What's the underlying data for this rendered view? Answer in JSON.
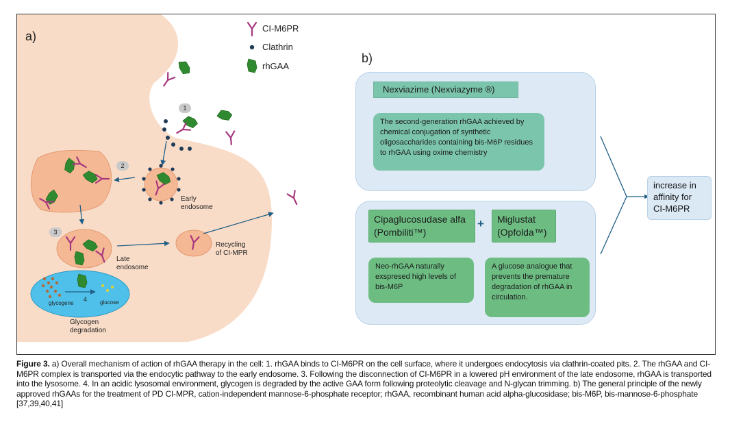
{
  "panel_a": {
    "label": "a)",
    "legend": [
      {
        "text": "CI-M6PR",
        "icon": "receptor-y-icon"
      },
      {
        "text": "Clathrin",
        "icon": "dot-icon"
      },
      {
        "text": "rhGAA",
        "icon": "hexagon-icon"
      }
    ],
    "steps": [
      "1",
      "2",
      "3",
      "4"
    ],
    "labels": {
      "early_endosome": "Early\nendosome",
      "late_endosome": "Late\nendosome",
      "recycling": "Recycling\nof CI-MPR",
      "glycogene": "glycogene",
      "glucose": "glucose",
      "glycogen_degradation": "Glycogen\ndegradation"
    },
    "colors": {
      "cell": "#f9dcc7",
      "endosome": "#f5b894",
      "lysosome": "#4fc0ea",
      "receptor": "#a7377e",
      "rhgaa": "#2f8a2f",
      "clathrin": "#1f3b57",
      "arrow": "#1f5f86"
    }
  },
  "panel_b": {
    "label": "b)",
    "top": {
      "title": "Nexviazime (Nexviazyme ®)",
      "description": "The second-generation rhGAA achieved by chemical conjugation of synthetic oligosaccharides containing bis-M6P residues to rhGAA using oxime chemistry"
    },
    "bottom_left": {
      "title": "Cipaglucosudase alfa (Pombiliti™)",
      "description": "Neo-rhGAA naturally exspresed high levels of bis-M6P"
    },
    "plus": "+",
    "bottom_right": {
      "title": "Miglustat (Opfolda™)",
      "description": "A glucose analogue that prevents the premature degradation of rhGAA in circulation."
    },
    "result": "increase in affinity for CI-M6PR"
  },
  "caption": {
    "label": "Figure 3.",
    "text": " a) Overall mechanism of action of rhGAA therapy in the cell: 1. rhGAA binds to CI-M6PR on the cell surface, where it undergoes endocytosis via clathrin-coated pits. 2. The rhGAA and CI-M6PR complex is transported via the endocytic pathway to the early endosome. 3. Following the disconnection of CI-M6PR in a lowered pH environment of the late endosome, rhGAA is transported into the lysosome. 4. In an acidic lysosomal environment, glycogen is degraded by the active GAA form following proteolytic cleavage and N-glycan trimming. b) The general principle of the newly approved rhGAAs for the treatment of PD CI-MPR, cation-independent mannose-6-phosphate receptor; rhGAA, recombinant human acid alpha-glucosidase; bis-M6P, bis-mannose-6-phosphate [37,39,40,41]"
  }
}
